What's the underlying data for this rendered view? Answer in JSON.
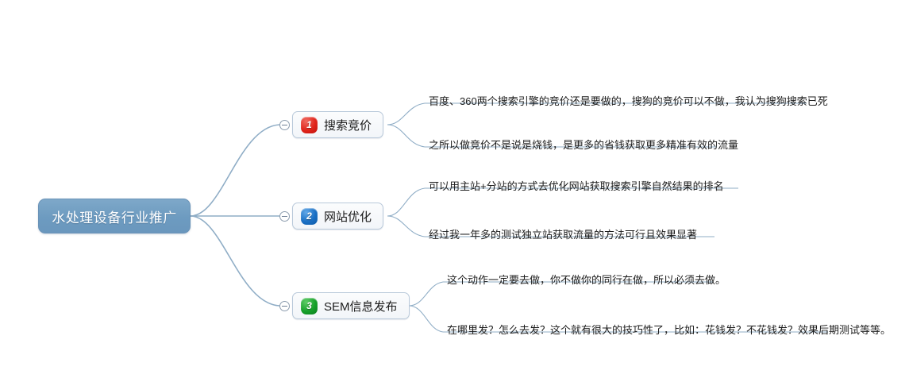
{
  "mindmap": {
    "root": {
      "label": "水处理设备行业推广",
      "color": "#6d9bc0",
      "text_color": "#ffffff"
    },
    "branches": [
      {
        "number": "1",
        "label": "搜索竞价",
        "badge_color": "#e0241b",
        "toggle": "collapse-minus-icon",
        "leaves": [
          "百度、360两个搜索引擎的竞价还是要做的，搜狗的竞价可以不做，我认为搜狗搜索已死",
          "之所以做竞价不是说是烧钱，是更多的省钱获取更多精准有效的流量"
        ]
      },
      {
        "number": "2",
        "label": "网站优化",
        "badge_color": "#1a6fc4",
        "toggle": "collapse-minus-icon",
        "leaves": [
          "可以用主站+分站的方式去优化网站获取搜索引擎自然结果的排名",
          "经过我一年多的测试独立站获取流量的方法可行且效果显著"
        ]
      },
      {
        "number": "3",
        "label": "SEM信息发布",
        "badge_color": "#16a02a",
        "toggle": "collapse-minus-icon",
        "leaves": [
          "这个动作一定要去做，你不做你的同行在做，所以必须去做。",
          "在哪里发？怎么去发？这个就有很大的技巧性了，比如：花钱发？不花钱发？效果后期测试等等。"
        ]
      }
    ],
    "connector_color": "#8fadc6",
    "background": "#ffffff"
  }
}
